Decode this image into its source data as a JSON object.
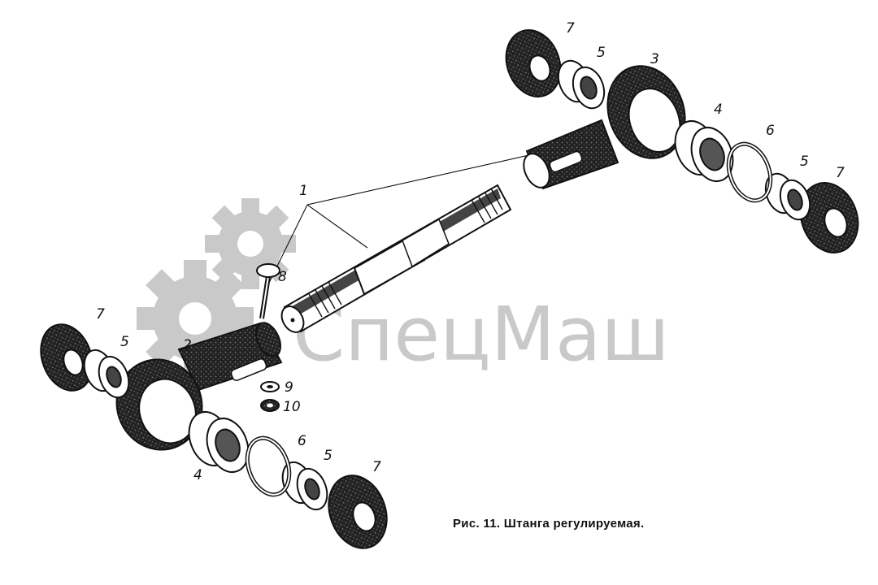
{
  "caption": "Рис. 11. Штанга регулируемая.",
  "watermark": "СпецМаш",
  "labels": {
    "rod": "1",
    "left_head": "2",
    "right_head": "3",
    "left_outer_race": "4",
    "right_outer_race": "4",
    "left_roller_bearing_inner": "5",
    "left_roller_bearing_outer": "5",
    "right_roller_bearing_inner": "5",
    "right_roller_bearing_outer": "5",
    "left_retaining_ring": "6",
    "right_retaining_ring": "6",
    "left_seal_top": "7",
    "left_seal_bottom": "7",
    "right_seal_top": "7",
    "right_seal_bottom": "7",
    "bolt": "8",
    "washer": "9",
    "nut": "10"
  },
  "colors": {
    "ink": "#111111",
    "watermark": "#c9c9c9"
  }
}
